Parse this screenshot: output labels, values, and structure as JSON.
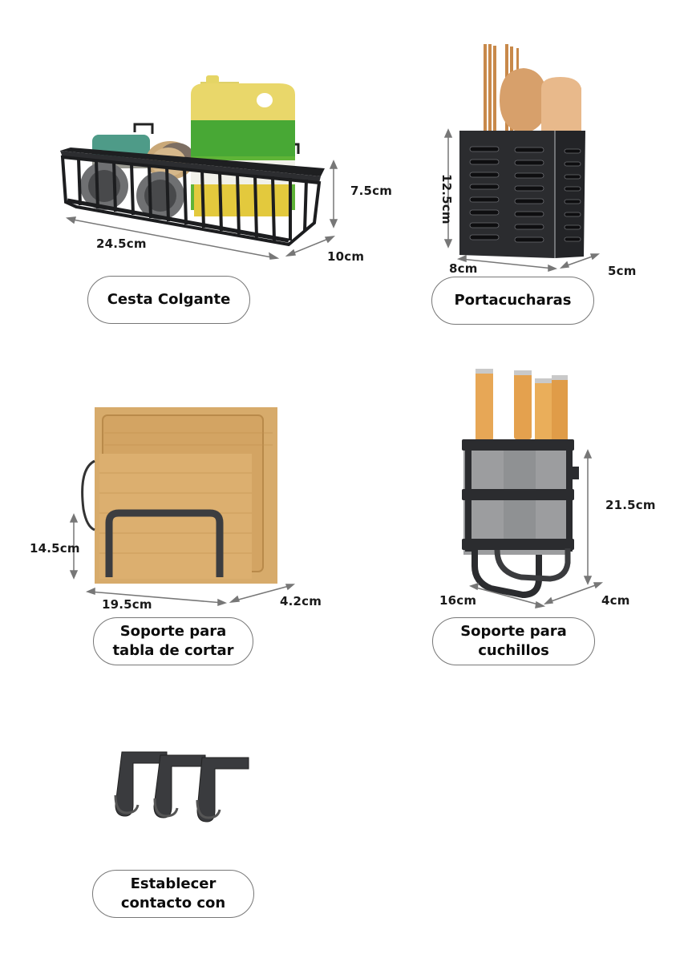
{
  "products": [
    {
      "name": "Cesta Colgante",
      "label_lines": [
        "Cesta Colgante"
      ],
      "dimensions": {
        "width": "24.5cm",
        "depth": "10cm",
        "height": "7.5cm"
      },
      "image": "black-wire-hanging-basket-with-sponge-brush-and-detergent-bottle"
    },
    {
      "name": "Portacucharas",
      "label_lines": [
        "Portacucharas"
      ],
      "dimensions": {
        "width": "8cm",
        "depth": "5cm",
        "height": "12.5cm"
      },
      "image": "black-slotted-utensil-holder-with-wooden-spoons-and-chopsticks"
    },
    {
      "name": "Soporte para tabla de cortar",
      "label_lines": [
        "Soporte para",
        "tabla de cortar"
      ],
      "dimensions": {
        "width": "19.5cm",
        "depth": "4.2cm",
        "height": "14.5cm"
      },
      "image": "black-arched-cutting-board-stand-with-bamboo-boards"
    },
    {
      "name": "Soporte para cuchillos",
      "label_lines": [
        "Soporte para",
        "cuchillos"
      ],
      "dimensions": {
        "width": "16cm",
        "depth": "4cm",
        "height": "21.5cm"
      },
      "image": "black-knife-rack-with-four-wooden-handle-knives"
    },
    {
      "name": "Establecer contacto con",
      "label_lines": [
        "Establecer",
        "contacto con"
      ],
      "dimensions": {},
      "image": "three-black-over-door-hooks"
    }
  ],
  "colors": {
    "background": "#ffffff",
    "metal": "#2b2d30",
    "wood": "#d9a863",
    "arrow": "#777777",
    "pill_border": "#777777"
  }
}
